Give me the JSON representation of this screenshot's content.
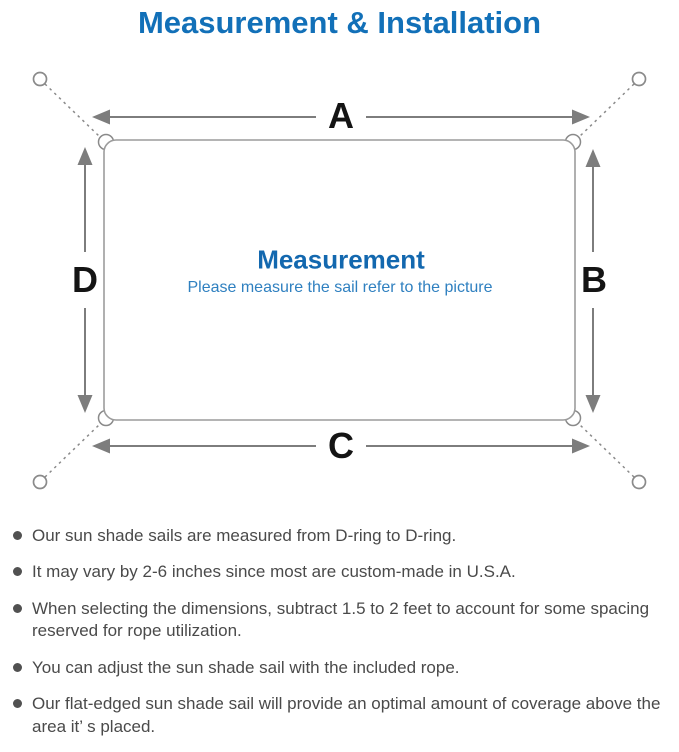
{
  "page": {
    "title": "Measurement & Installation",
    "background": "#ffffff"
  },
  "diagram": {
    "edge_labels": {
      "top": "A",
      "right": "B",
      "bottom": "C",
      "left": "D"
    },
    "center": {
      "title": "Measurement",
      "subtitle": "Please measure the sail refer to the picture"
    },
    "colors": {
      "title_blue": "#1270b8",
      "center_title_blue": "#1368af",
      "subtitle_blue": "#2f80c0",
      "line_gray": "#8a8a8a",
      "arrow_gray": "#7d7d7d",
      "label_black": "#141414",
      "note_gray": "#4a4a4a"
    },
    "icons": [
      "anchor-point-circle-top-left",
      "anchor-point-circle-top-right",
      "anchor-point-circle-bottom-left",
      "anchor-point-circle-bottom-right",
      "d-ring-top-left",
      "d-ring-top-right",
      "d-ring-bottom-left",
      "d-ring-bottom-right"
    ]
  },
  "notes": {
    "items": [
      "Our sun shade sails are measured from D-ring to D-ring.",
      "It may vary by 2-6 inches since most are custom-made in U.S.A.",
      "When selecting the dimensions, subtract 1.5 to 2 feet to account for some spacing reserved for rope utilization.",
      "You can adjust the sun shade sail with the included rope.",
      "Our flat-edged sun shade sail will provide an optimal amount of coverage above the area it’ s placed."
    ]
  }
}
